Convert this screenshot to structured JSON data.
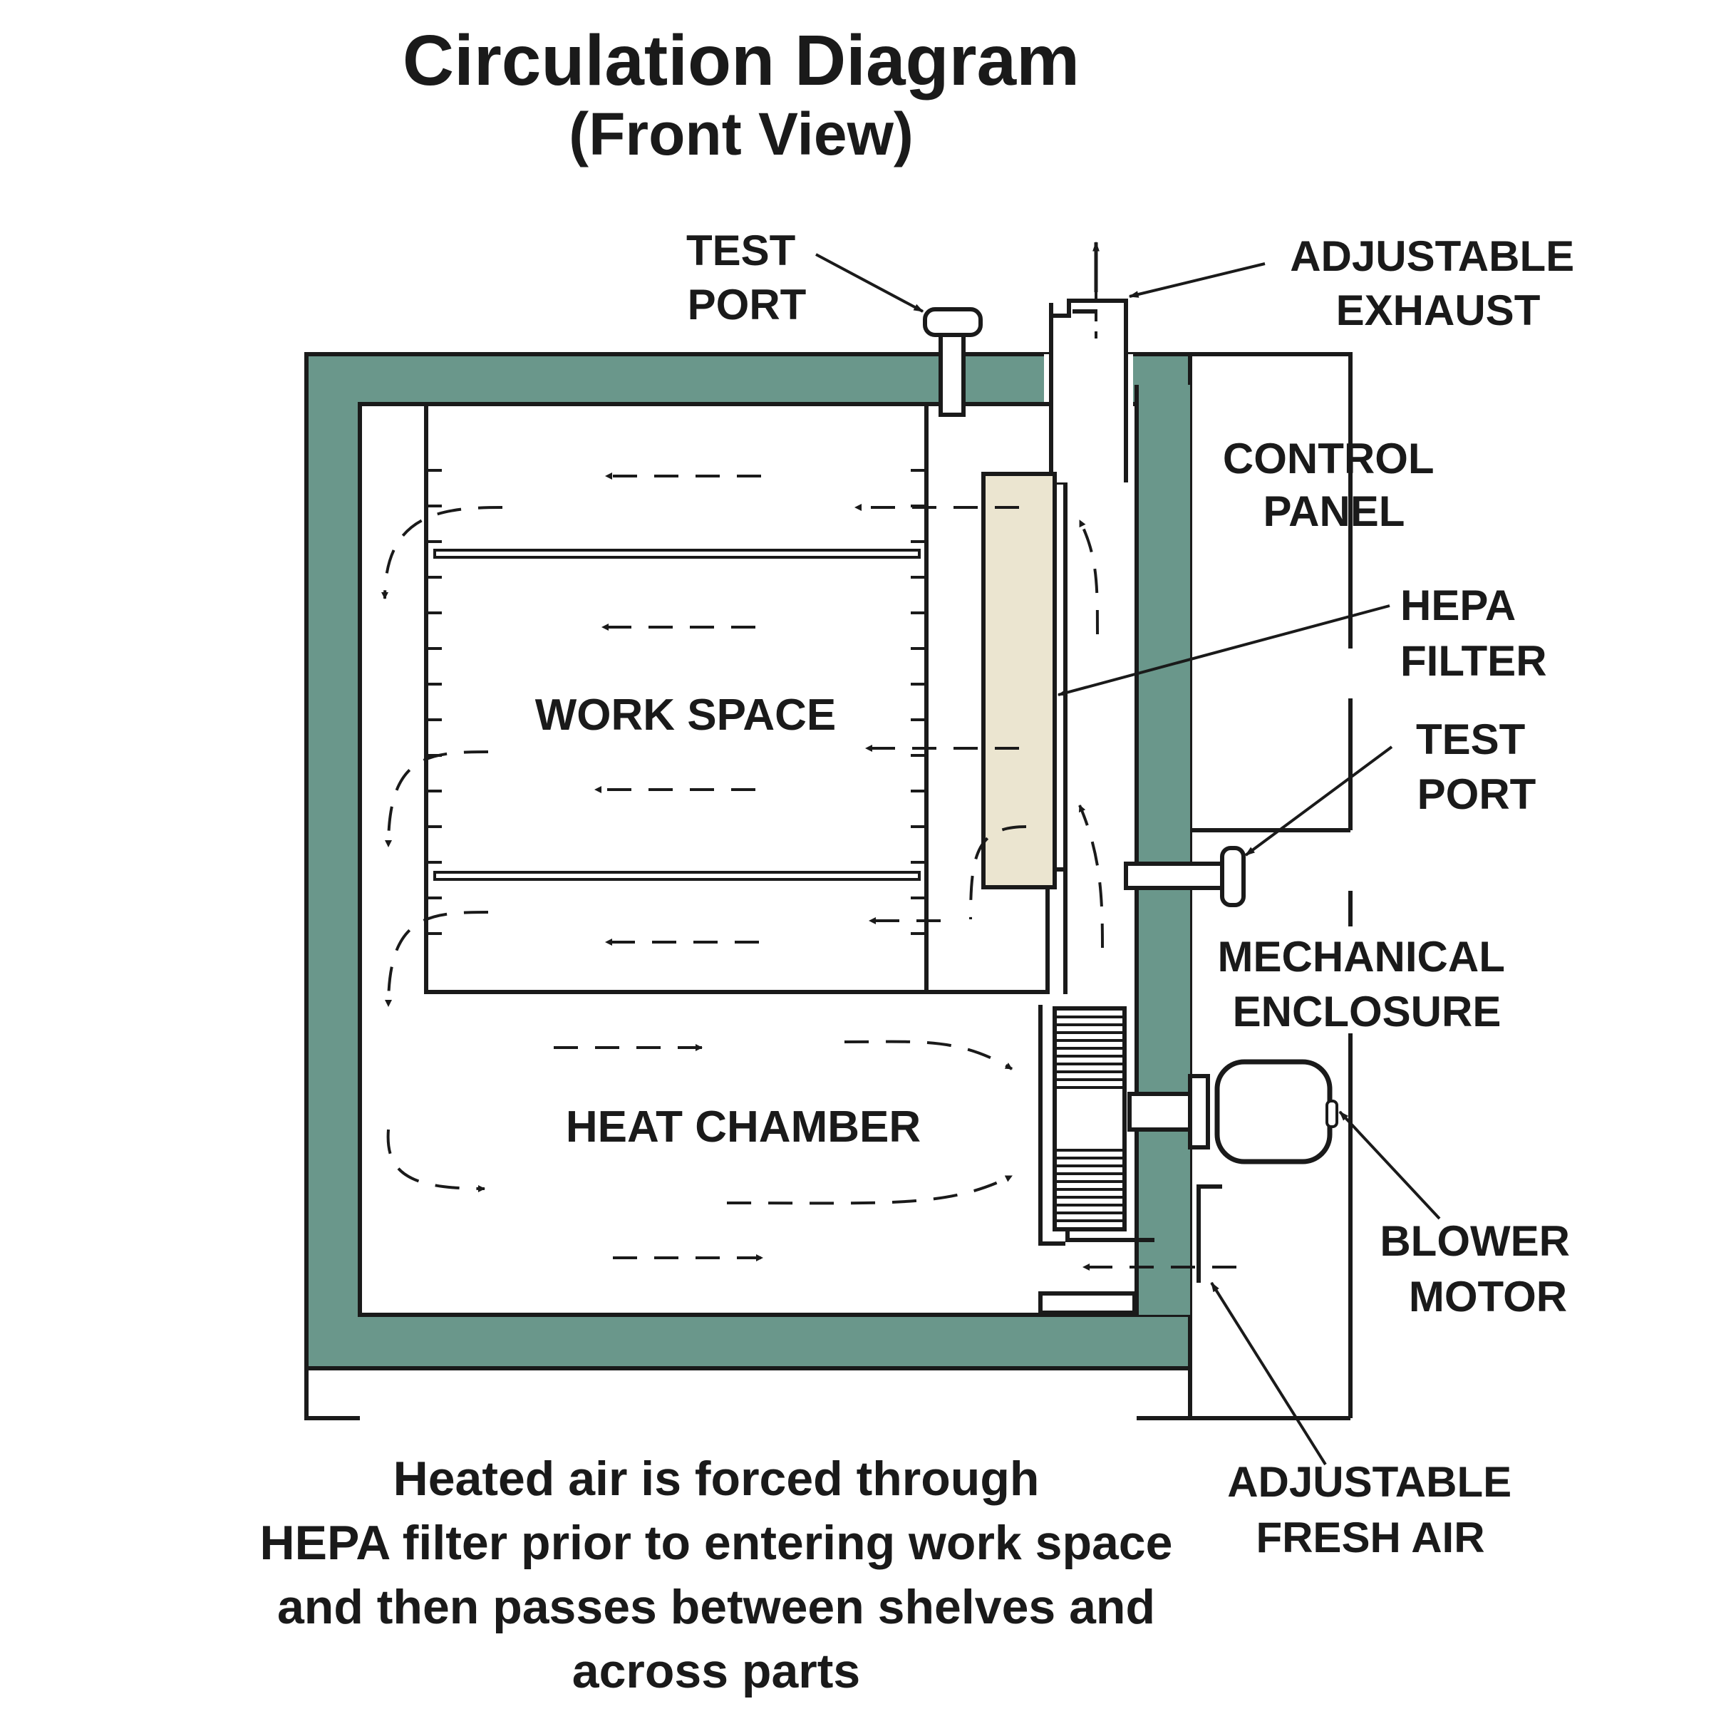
{
  "title": "Circulation Diagram",
  "subtitle": "(Front View)",
  "labels": {
    "test_port_top": [
      "TEST",
      "PORT"
    ],
    "adjustable_exhaust": [
      "ADJUSTABLE",
      "EXHAUST"
    ],
    "control_panel": [
      "CONTROL",
      "PANEL"
    ],
    "hepa_filter": [
      "HEPA",
      "FILTER"
    ],
    "test_port_side": [
      "TEST",
      "PORT"
    ],
    "work_space": "WORK SPACE",
    "mechanical_enclosure": [
      "MECHANICAL",
      "ENCLOSURE"
    ],
    "heat_chamber": "HEAT CHAMBER",
    "blower_motor": [
      "BLOWER",
      "MOTOR"
    ],
    "adjustable_fresh_air": [
      "ADJUSTABLE",
      "FRESH AIR"
    ]
  },
  "caption": [
    "Heated air is forced through",
    "HEPA filter prior to entering work space",
    "and then passes between shelves and",
    "across parts"
  ],
  "colors": {
    "insulation": "#6a978b",
    "filter": "#ebe5d0",
    "line": "#1a1a1a"
  }
}
